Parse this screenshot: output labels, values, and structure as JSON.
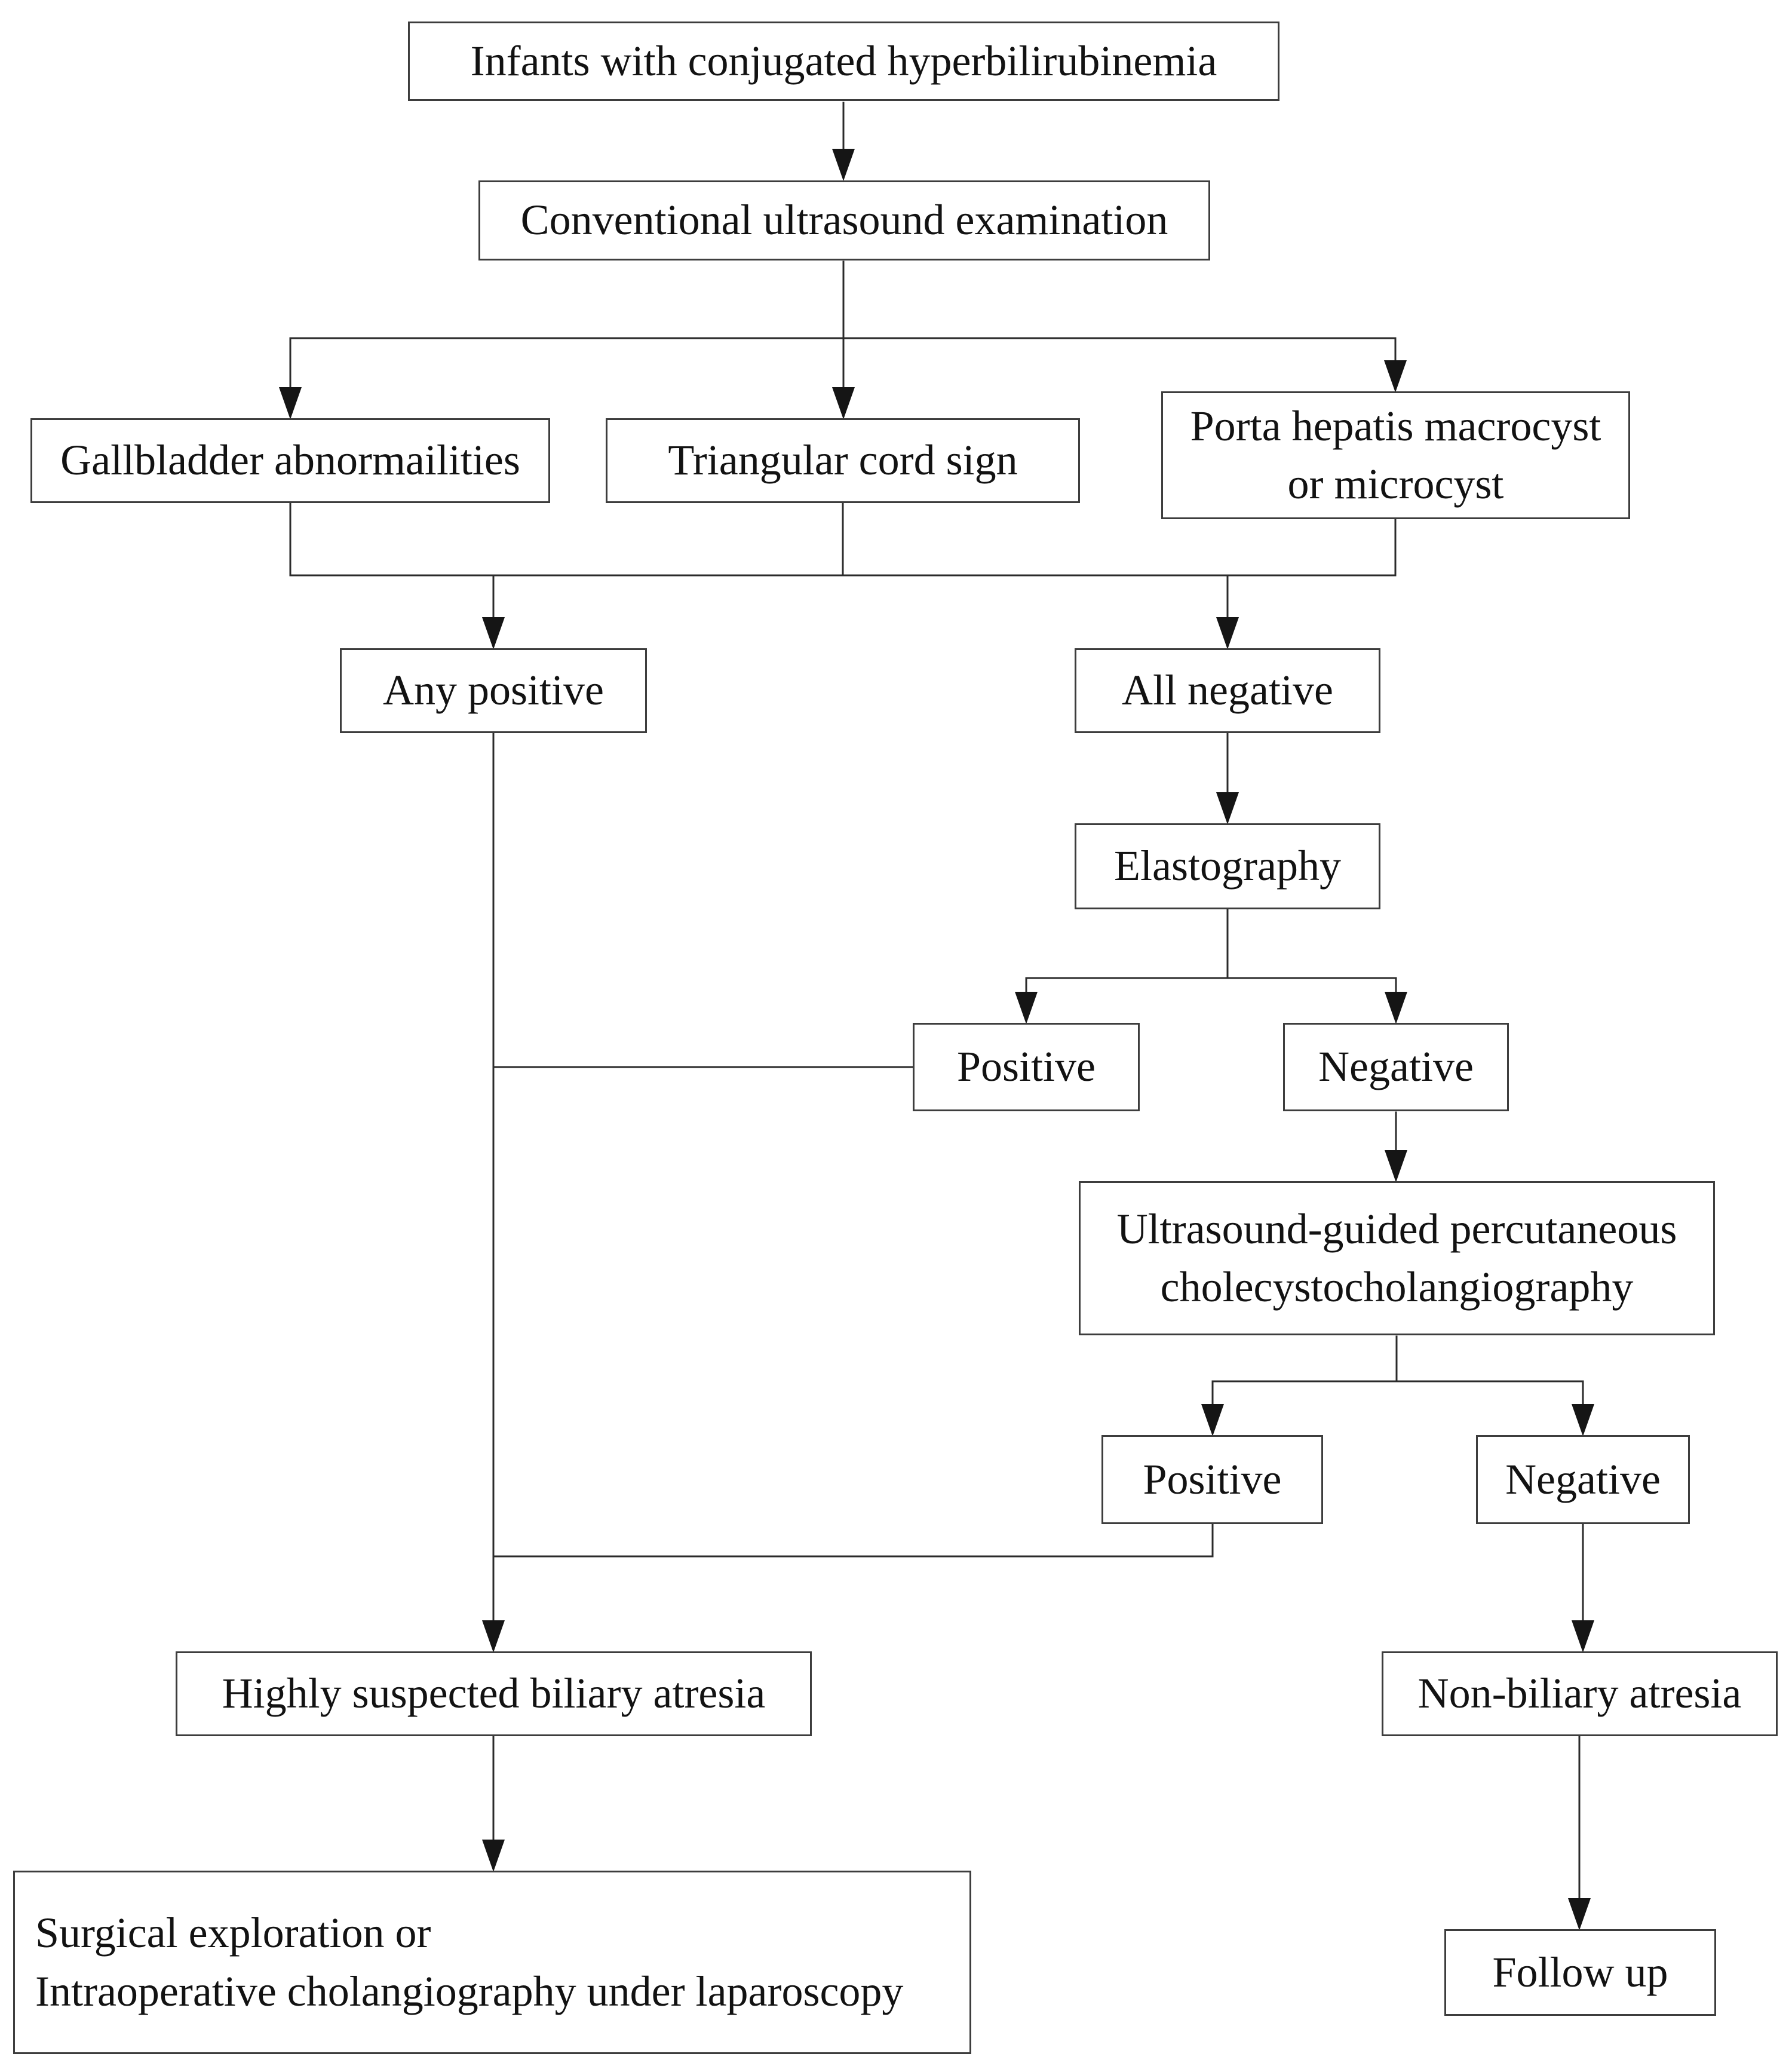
{
  "figure": {
    "title": "Diagnostic flowchart for infants with conjugated hyperbilirubinemia",
    "colors": {
      "background": "#ffffff",
      "box_border": "#3d3d3d",
      "connector_line": "#2b2b2b",
      "arrowhead": "#151515",
      "text": "#121212"
    },
    "nodes": {
      "infants": {
        "label": "Infants with conjugated hyperbilirubinemia"
      },
      "conventional": {
        "label": "Conventional ultrasound examination"
      },
      "gallbladder": {
        "label": "Gallbladder abnormailities"
      },
      "triangular": {
        "label": "Triangular cord sign"
      },
      "porta": {
        "lines": [
          "Porta hepatis macrocyst",
          "or microcyst"
        ]
      },
      "any_positive": {
        "label": "Any positive"
      },
      "all_negative": {
        "label": "All negative"
      },
      "elastography": {
        "label": "Elastography"
      },
      "elasto_positive": {
        "label": "Positive"
      },
      "elasto_negative": {
        "label": "Negative"
      },
      "cholangiography": {
        "lines": [
          "Ultrasound-guided percutaneous",
          "cholecystocholangiography"
        ]
      },
      "chol_positive": {
        "label": "Positive"
      },
      "chol_negative": {
        "label": "Negative"
      },
      "highly_suspected": {
        "label": "Highly suspected biliary atresia"
      },
      "non_biliary": {
        "label": "Non-biliary atresia"
      },
      "surgical": {
        "lines": [
          "Surgical exploration or",
          "Intraoperative cholangiography under laparoscopy"
        ]
      },
      "follow_up": {
        "label": "Follow up"
      }
    },
    "edges": [
      {
        "from": "infants",
        "to": "conventional"
      },
      {
        "from": "conventional",
        "to": "gallbladder"
      },
      {
        "from": "conventional",
        "to": "triangular"
      },
      {
        "from": "conventional",
        "to": "porta"
      },
      {
        "from": "gallbladder",
        "to": "any_positive"
      },
      {
        "from": "triangular",
        "to": "any_positive"
      },
      {
        "from": "porta",
        "to": "any_positive"
      },
      {
        "from": "gallbladder",
        "to": "all_negative"
      },
      {
        "from": "triangular",
        "to": "all_negative"
      },
      {
        "from": "porta",
        "to": "all_negative"
      },
      {
        "from": "all_negative",
        "to": "elastography"
      },
      {
        "from": "elastography",
        "to": "elasto_positive"
      },
      {
        "from": "elastography",
        "to": "elasto_negative"
      },
      {
        "from": "elasto_positive",
        "to": "highly_suspected"
      },
      {
        "from": "elasto_negative",
        "to": "cholangiography"
      },
      {
        "from": "cholangiography",
        "to": "chol_positive"
      },
      {
        "from": "cholangiography",
        "to": "chol_negative"
      },
      {
        "from": "chol_positive",
        "to": "highly_suspected"
      },
      {
        "from": "chol_negative",
        "to": "non_biliary"
      },
      {
        "from": "any_positive",
        "to": "highly_suspected"
      },
      {
        "from": "highly_suspected",
        "to": "surgical"
      },
      {
        "from": "non_biliary",
        "to": "follow_up"
      }
    ]
  }
}
